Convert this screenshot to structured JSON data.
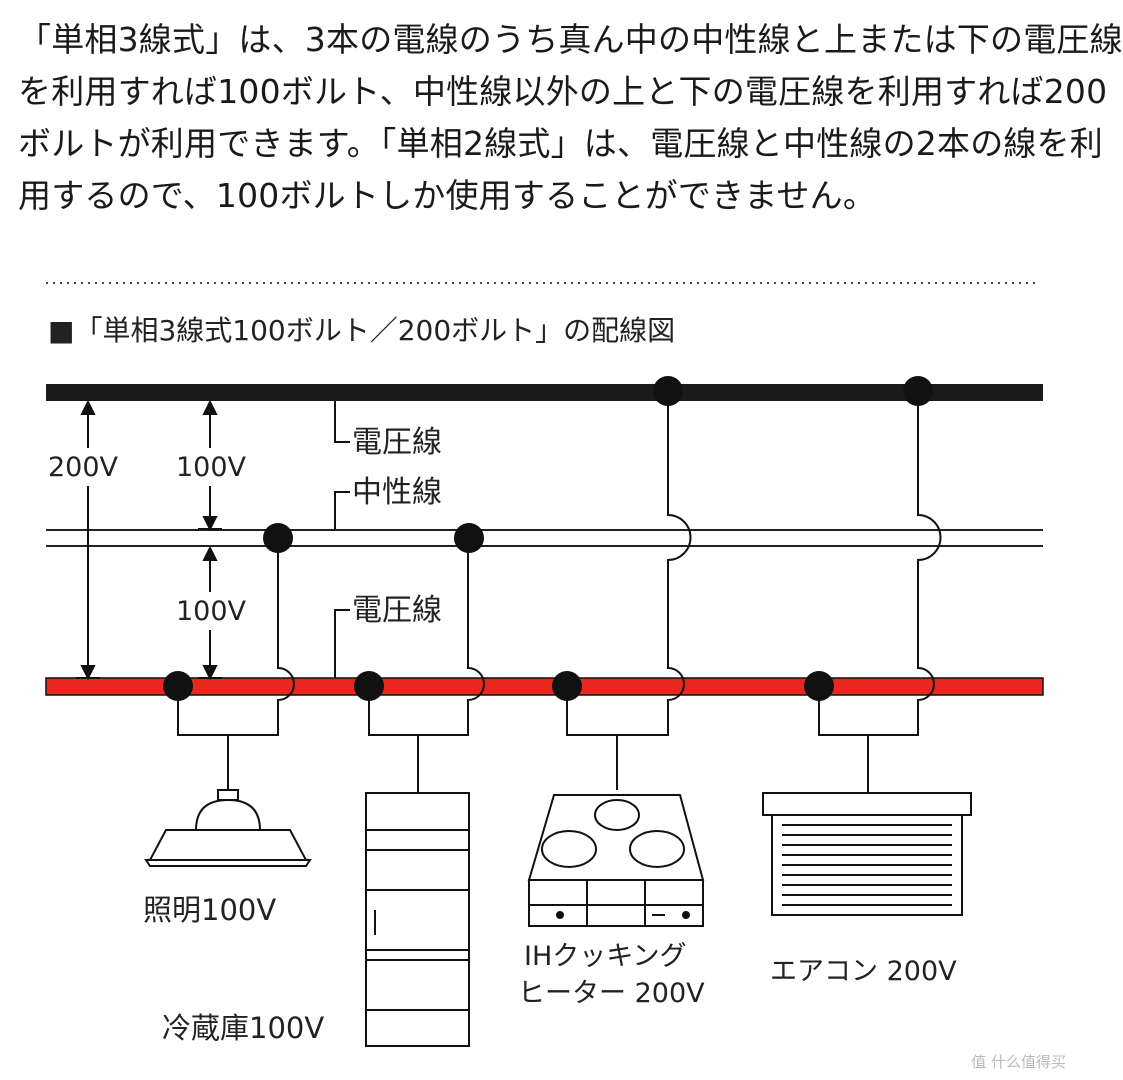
{
  "intro_lines": [
    "「単相3線式」は、3本の電線のうち真ん中の中性線と上または下の電圧線",
    "を利用すれば100ボルト、中性線以外の上と下の電圧線を利用すれば200",
    "ボルトが利用できます。「単相2線式」は、電圧線と中性線の2本の線を利",
    "用するので、100ボルトしか使用することができません。"
  ],
  "diagram": {
    "title": "■「単相3線式100ボルト／200ボルト」の配線図",
    "wire_labels": {
      "top_voltage": "電圧線",
      "neutral": "中性線",
      "bottom_voltage": "電圧線"
    },
    "dimensions": {
      "total": "200V",
      "upper": "100V",
      "lower": "100V"
    },
    "appliances": {
      "light": "照明100V",
      "fridge": "冷蔵庫100V",
      "ih_line1": "IHクッキング",
      "ih_line2": "ヒーター 200V",
      "aircon": "エアコン 200V"
    },
    "colors": {
      "top_voltage_wire": "#1a1a1a",
      "bottom_voltage_wire": "#e8281e"
    }
  },
  "watermark": "值 什么值得买"
}
